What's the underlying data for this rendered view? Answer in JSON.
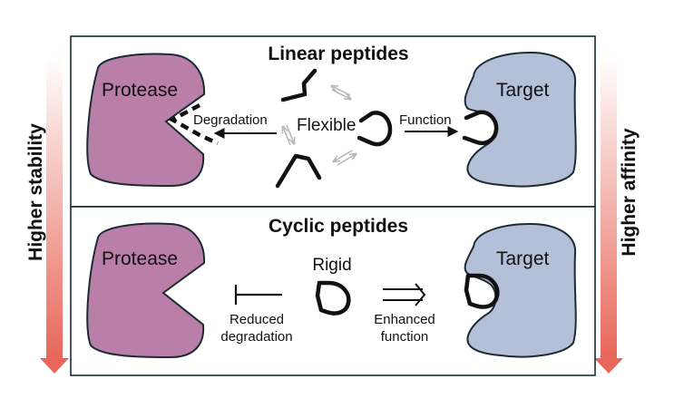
{
  "panels": {
    "linear": {
      "title": "Linear peptides",
      "protease_label": "Protease",
      "target_label": "Target",
      "degradation_label": "Degradation",
      "flexible_label": "Flexible",
      "function_label": "Function"
    },
    "cyclic": {
      "title": "Cyclic peptides",
      "protease_label": "Protease",
      "target_label": "Target",
      "rigid_label": "Rigid",
      "reduced_line1": "Reduced",
      "reduced_line2": "degradation",
      "enhanced_line1": "Enhanced",
      "enhanced_line2": "function"
    }
  },
  "side_labels": {
    "left": "Higher stability",
    "right": "Higher affinity"
  },
  "colors": {
    "protease": "#b97fa9",
    "target": "#b4c0d8",
    "outline": "#1c2b33",
    "gradient_top": "#ffffff",
    "gradient_bottom": "#e8675a",
    "gray_arrow": "#b9b9b9"
  }
}
